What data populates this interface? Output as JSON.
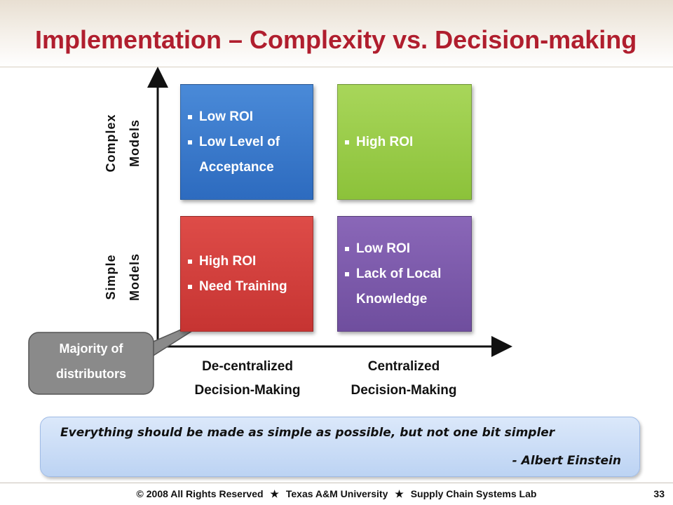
{
  "slide": {
    "title": "Implementation – Complexity vs. Decision-making"
  },
  "y_axis": {
    "complex_label": [
      "Complex",
      "Models"
    ],
    "simple_label": [
      "Simple",
      "Models"
    ]
  },
  "x_axis": {
    "decentralized_label": [
      "De-centralized",
      "Decision-Making"
    ],
    "centralized_label": [
      "Centralized",
      "Decision-Making"
    ]
  },
  "quadrants": {
    "complex_decentralized": {
      "color": "#3a7bcf",
      "items": [
        "Low ROI",
        "Low Level of",
        "Acceptance"
      ]
    },
    "complex_centralized": {
      "color": "#98cb47",
      "items": [
        "High ROI"
      ]
    },
    "simple_decentralized": {
      "color": "#d33f3c",
      "items": [
        "High ROI",
        "Need Training"
      ]
    },
    "simple_centralized": {
      "color": "#7b5aab",
      "items": [
        "Low ROI",
        "Lack of Local",
        "Knowledge"
      ]
    }
  },
  "callout": {
    "line1": "Majority of",
    "line2": "distributors",
    "color": "#8a8a8a"
  },
  "quote": {
    "text": "Everything should be made as simple as possible, but not one bit simpler",
    "author": "- Albert Einstein"
  },
  "footer": {
    "copyright": "©  2008 All Rights Reserved",
    "star": "★",
    "university": "Texas A&M University",
    "lab": "Supply Chain Systems Lab",
    "page_number": "33"
  },
  "colors": {
    "title": "#b01e2e",
    "quote_bg": "#c8dbf5"
  }
}
